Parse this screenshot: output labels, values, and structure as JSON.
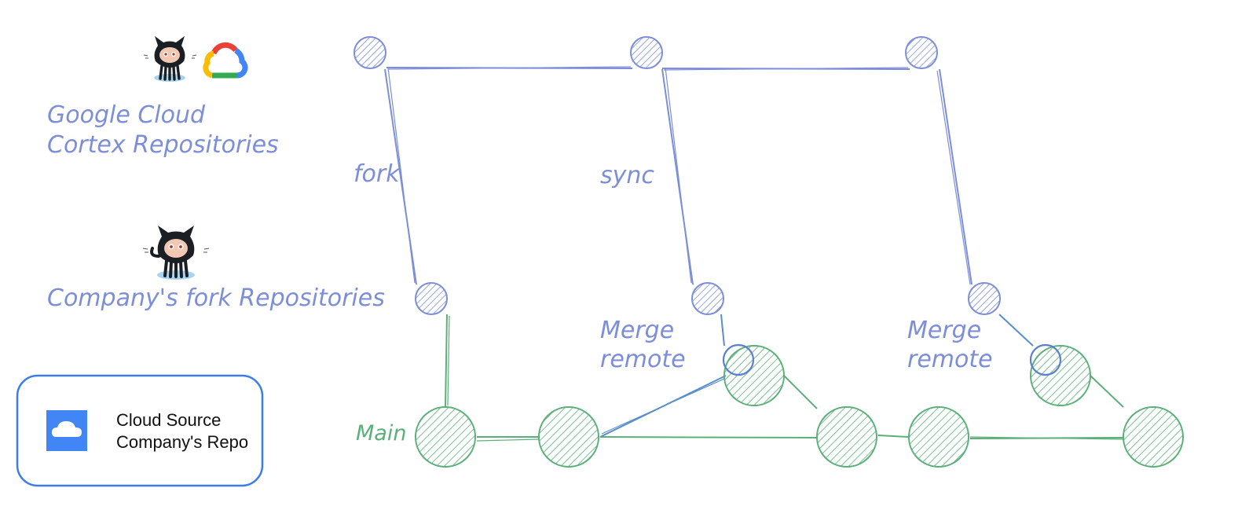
{
  "labels": {
    "upstream_title_line1": "Google Cloud",
    "upstream_title_line2": "Cortex Repositories",
    "fork_title": "Company's fork Repositories",
    "fork_edge": "fork",
    "sync_edge": "sync",
    "merge1_line1": "Merge",
    "merge1_line2": "remote",
    "merge2_line1": "Merge",
    "merge2_line2": "remote",
    "main_branch": "Main"
  },
  "repo_box": {
    "line1": "Cloud Source",
    "line2": "Company's Repo",
    "icon": "cloud-icon"
  },
  "icons": [
    "github-octocat-icon",
    "google-cloud-icon",
    "github-octocat-icon",
    "cloud-icon"
  ],
  "colors": {
    "upstream": "#7d8ed9",
    "fork": "#7d8ed9",
    "main": "#5bb07a",
    "box_border": "#3b7de9",
    "cloud_icon_bg": "#4285f4"
  }
}
